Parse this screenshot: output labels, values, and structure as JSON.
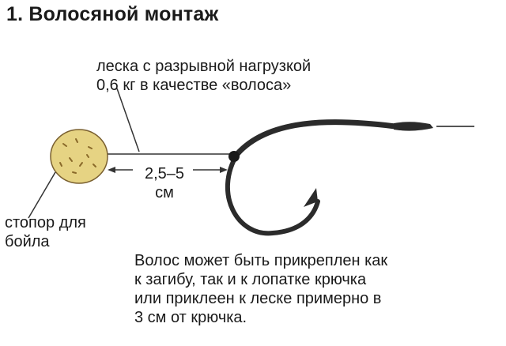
{
  "title": "1. Волосяной монтаж",
  "labels": {
    "hair_line": [
      "леска с разрывной нагрузкой",
      "0,6 кг в качестве «волоса»"
    ],
    "dimension": [
      "2,5–5",
      "см"
    ],
    "stopper": [
      "стопор для",
      "бойла"
    ],
    "note": [
      "Волос может быть прикреплен как",
      "к загибу, так и к лопатке крючка",
      "или приклеен к леске примерно в",
      "3 см от крючка."
    ]
  },
  "colors": {
    "text": "#1a1a1a",
    "hook": "#2b2b2b",
    "boilie": "#e6d383",
    "boilie_speckle": "#8a6a2a"
  }
}
